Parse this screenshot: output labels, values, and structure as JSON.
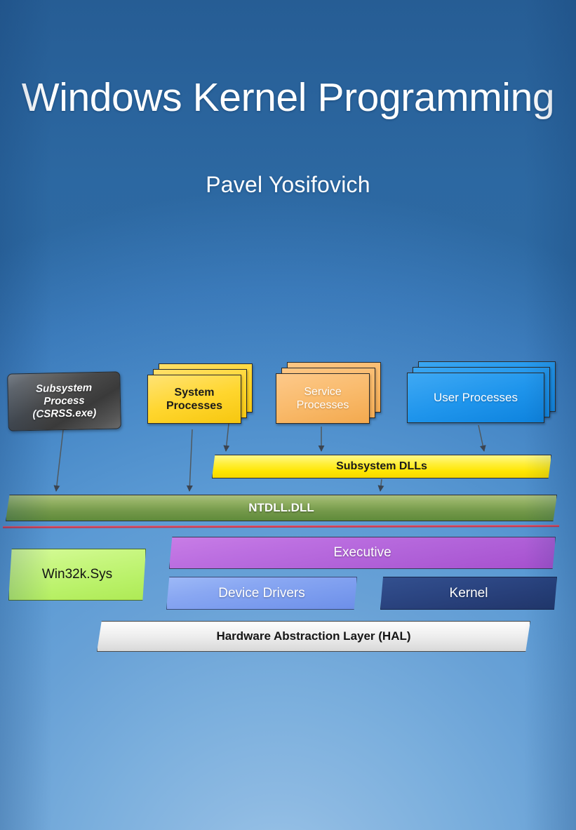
{
  "cover": {
    "title": "Windows Kernel Programming",
    "author": "Pavel Yosifovich",
    "background_top_color": "#2e6ba5",
    "background_bottom_color": "#8cb9e2"
  },
  "diagram": {
    "name": "windows-architecture-diagram",
    "user_mode": {
      "subsystem_process": {
        "label": "Subsystem\nProcess\n(CSRSS.exe)",
        "line1": "Subsystem",
        "line2": "Process",
        "line3": "(CSRSS.exe)",
        "color": "#4a4a4a",
        "text_color": "#ffffff"
      },
      "system_processes": {
        "line1": "System",
        "line2": "Processes",
        "color": "#ffd62e",
        "text_color": "#1a1a1a",
        "stacked": 3
      },
      "service_processes": {
        "line1": "Service",
        "line2": "Processes",
        "color": "#f9ba6b",
        "text_color": "#ffffff",
        "stacked": 3
      },
      "user_processes": {
        "label": "User Processes",
        "color": "#1f95ec",
        "text_color": "#ffffff",
        "stacked": 3
      },
      "subsystem_dlls": {
        "label": "Subsystem DLLs",
        "color": "#ffe600",
        "text_color": "#1a1a1a"
      },
      "ntdll": {
        "label": "NTDLL.DLL",
        "color": "#74994a",
        "text_color": "#ffffff"
      }
    },
    "boundary": {
      "name": "user-kernel-boundary",
      "color": "#d43a50"
    },
    "kernel_mode": {
      "win32k": {
        "label": "Win32k.Sys",
        "color": "#b9f168",
        "text_color": "#131313"
      },
      "executive": {
        "label": "Executive",
        "color": "#b061d8",
        "text_color": "#ffffff"
      },
      "device_drivers": {
        "label": "Device Drivers",
        "color": "#7a9bee",
        "text_color": "#ffffff"
      },
      "kernel": {
        "label": "Kernel",
        "color": "#263d76",
        "text_color": "#ffffff"
      },
      "hal": {
        "label": "Hardware Abstraction Layer (HAL)",
        "color": "#e4e4e4",
        "text_color": "#151515"
      }
    },
    "connectors": [
      {
        "from": "subsystem_process",
        "to": "ntdll"
      },
      {
        "from": "system_processes",
        "to": "ntdll"
      },
      {
        "from": "system_processes",
        "to": "subsystem_dlls"
      },
      {
        "from": "service_processes",
        "to": "subsystem_dlls"
      },
      {
        "from": "user_processes",
        "to": "subsystem_dlls"
      },
      {
        "from": "subsystem_dlls",
        "to": "ntdll"
      }
    ]
  }
}
